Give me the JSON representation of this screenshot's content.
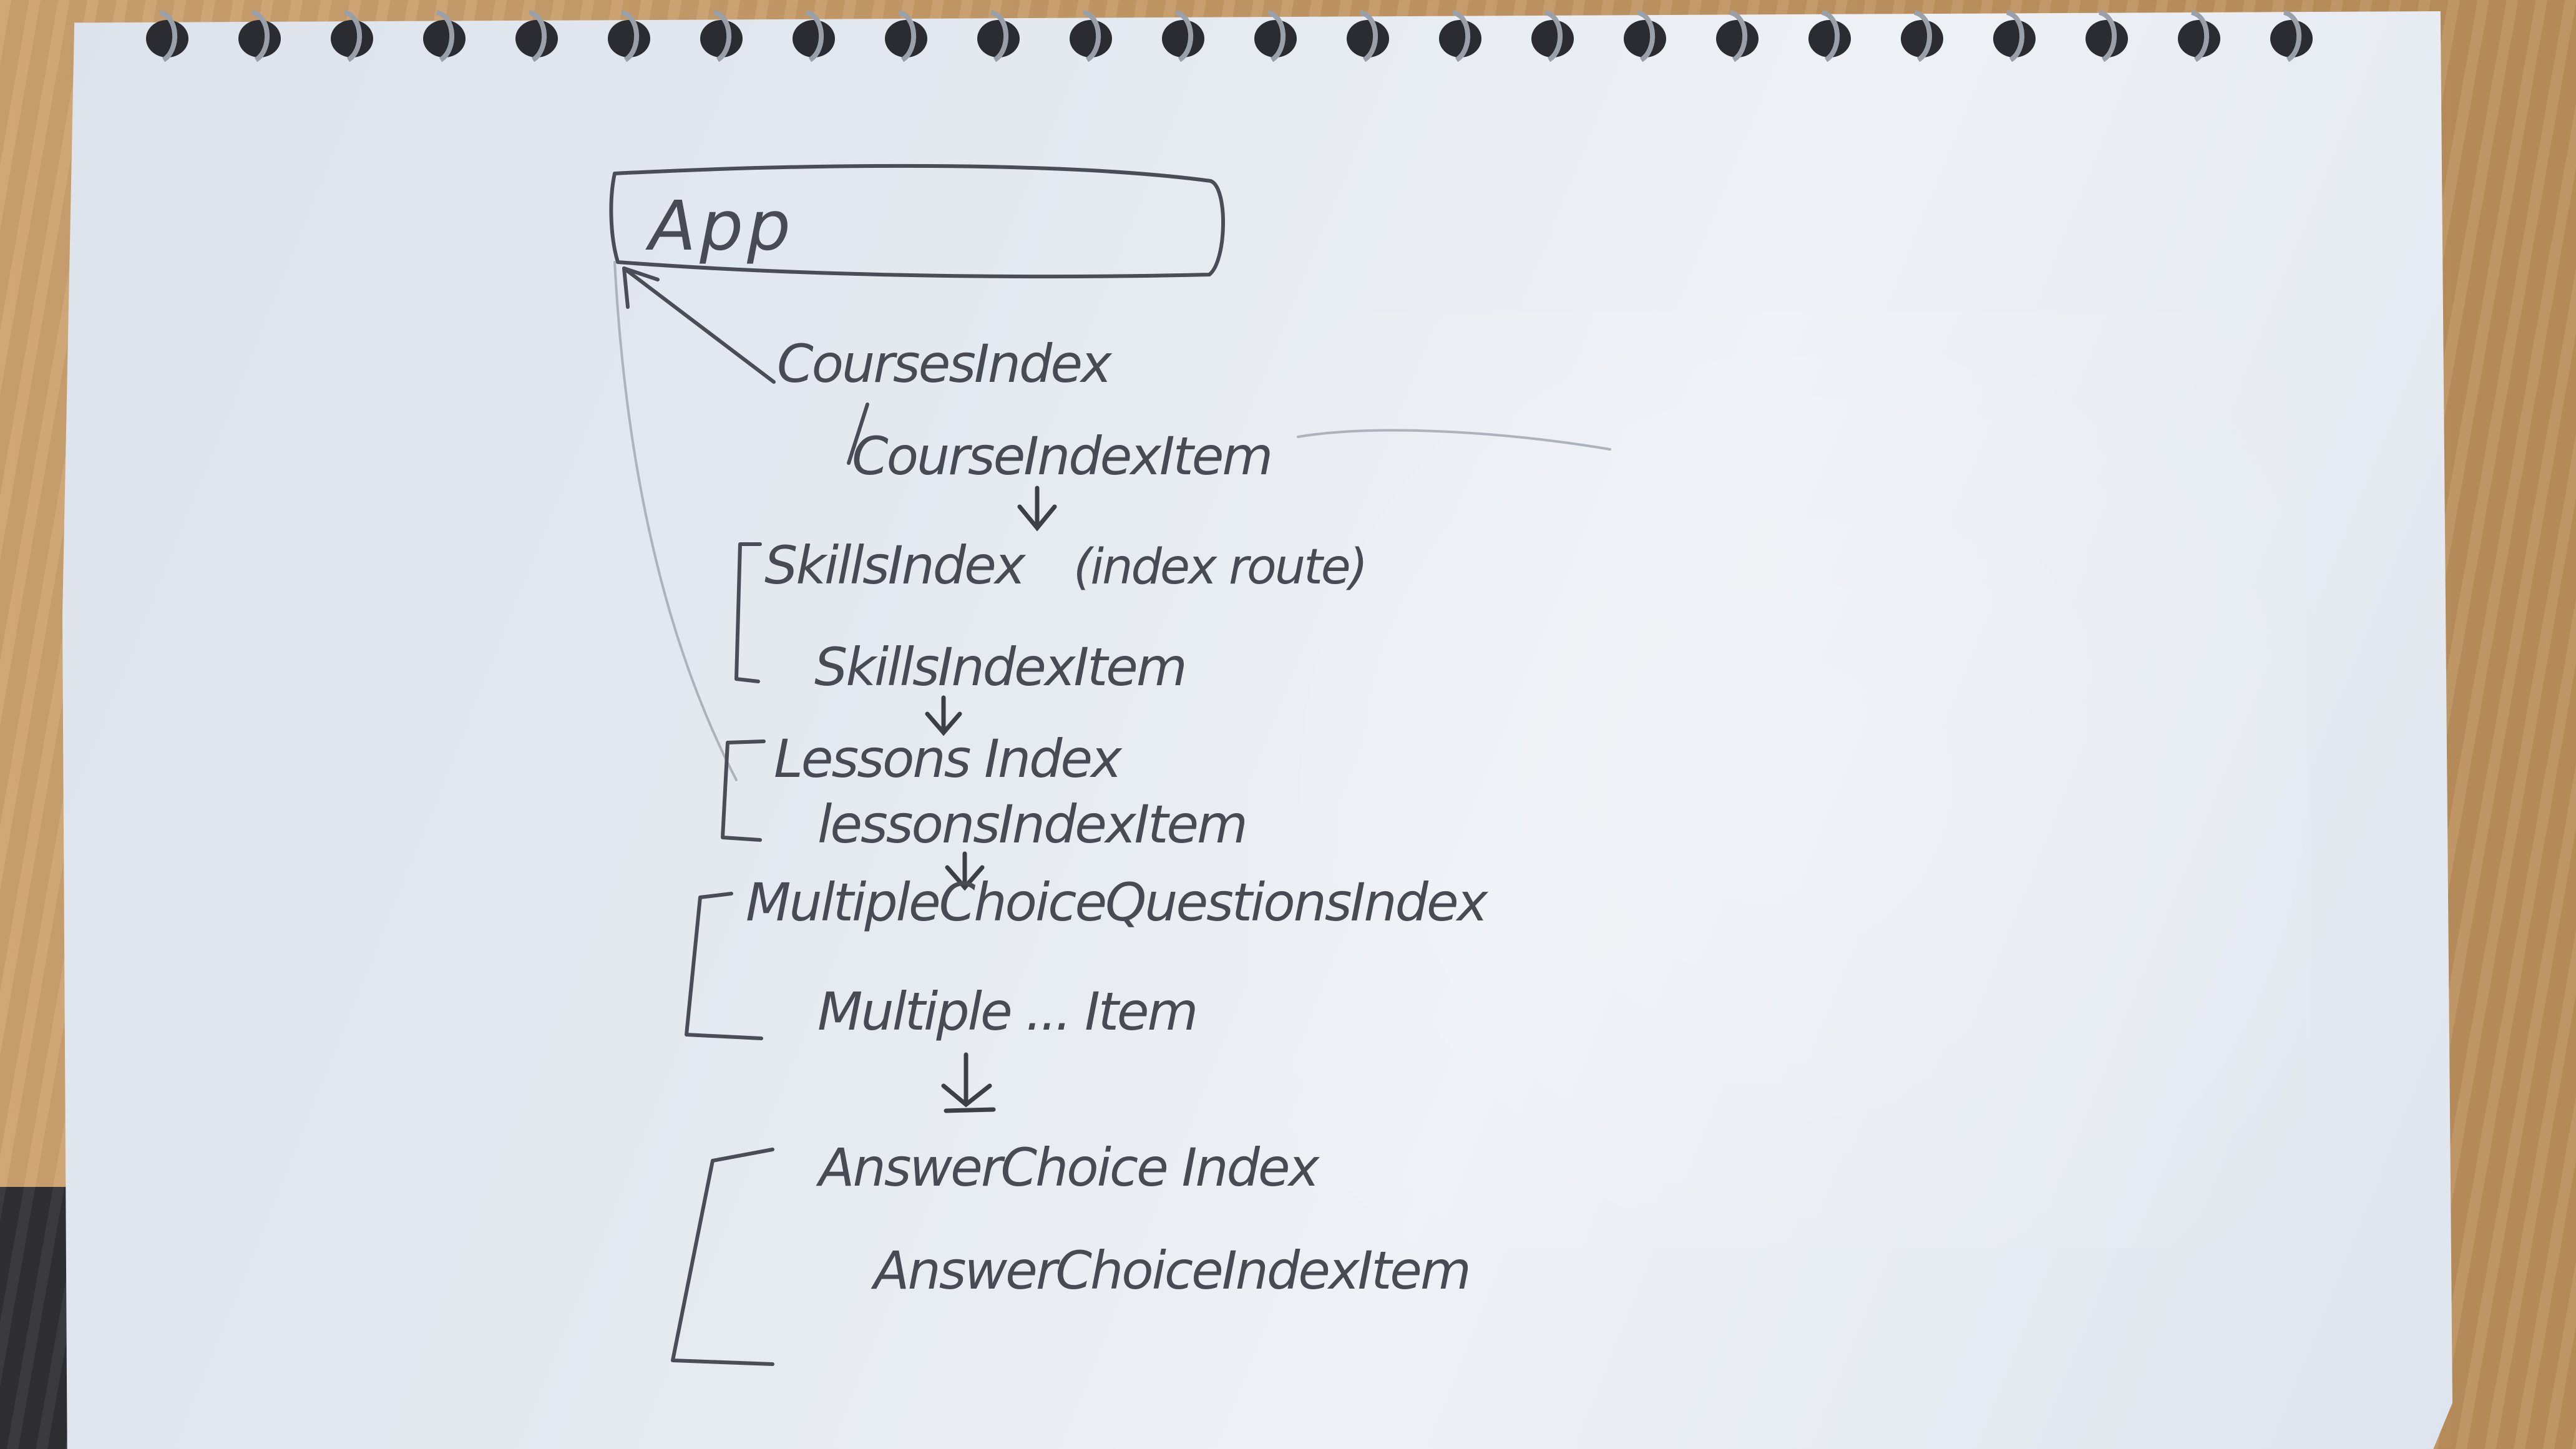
{
  "diagram": {
    "root": "App",
    "nodes": [
      {
        "index_label": "CoursesIndex",
        "item_label": "CourseIndexItem",
        "note": ""
      },
      {
        "index_label": "SkillsIndex",
        "item_label": "SkillsIndexItem",
        "note": "(index route)"
      },
      {
        "index_label": "Lessons Index",
        "item_label": "lessonsIndexItem",
        "note": ""
      },
      {
        "index_label": "MultipleChoiceQuestionsIndex",
        "item_label": "Multiple ... Item",
        "note": ""
      },
      {
        "index_label": "AnswerChoice Index",
        "item_label": "AnswerChoiceIndexItem",
        "note": ""
      }
    ]
  },
  "colors": {
    "pencil": "#484b53",
    "paper": "#e6ebf2",
    "table": "#c99a63",
    "spiral": "#2a2c31"
  }
}
